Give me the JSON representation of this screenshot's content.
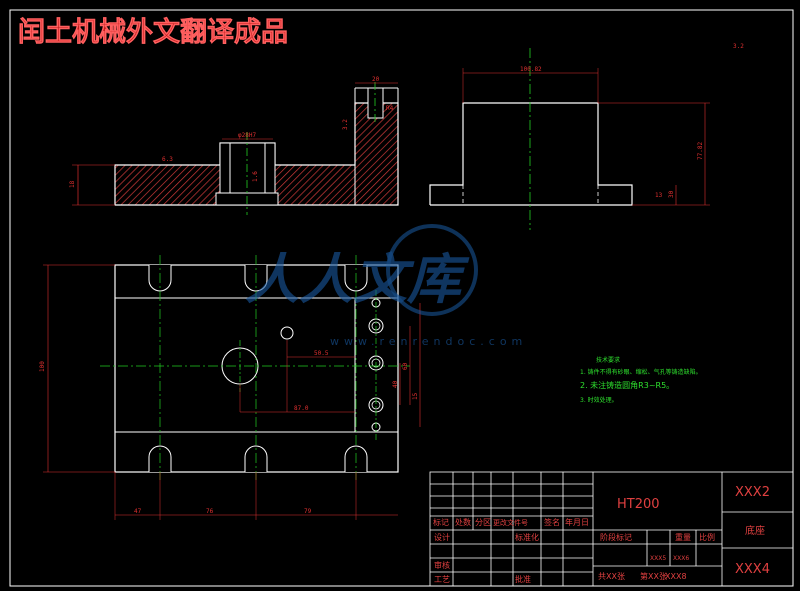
{
  "watermark": {
    "top_title": "闰土机械外文翻译成品",
    "logo_text": "人人文库",
    "logo_url": "www.renrendoc.com"
  },
  "colors": {
    "background": "#000000",
    "frame": "#ffffff",
    "outline": "#ffffff",
    "hatch": "#e04040",
    "dimension": "#e03030",
    "centerline": "#22cc22",
    "notes": "#2ee02e",
    "title_text": "#e04040",
    "watermark_red": "#c01818",
    "watermark_blue": "#1a5aa0"
  },
  "top_left_view": {
    "dims": {
      "height_left": "18",
      "bore": "φ28H7",
      "top_width": "20",
      "slot": "R4",
      "roughness_left": "6.3",
      "roughness_bore": "1.6",
      "roughness_slot": "3.2"
    }
  },
  "top_right_view": {
    "dims": {
      "top_width": "100.82",
      "height_total": "77.82",
      "step_height": "30",
      "step_small": "13",
      "roughness": "3.2"
    }
  },
  "plan_view": {
    "dims": {
      "height": "100",
      "inner_a": "50.5",
      "inner_b": "87.0",
      "right_1": "60",
      "right_2": "40",
      "right_3": "15",
      "bottom_1": "47",
      "bottom_2": "76",
      "bottom_3": "79"
    }
  },
  "notes": {
    "heading": "技术要求",
    "items": [
      "1. 铸件不得有砂眼、缩松、气孔等铸造缺陷。",
      "2. 未注铸造圆角R3~R5。",
      "3. 时效处理。"
    ]
  },
  "title_block": {
    "material": "HT200",
    "drawing_code": "XXX2",
    "part_name": "底座",
    "drawing_number": "XXX4",
    "row_labels": [
      "标记",
      "处数",
      "分区",
      "更改文件号",
      "签名",
      "年月日"
    ],
    "designer": "设计",
    "standardization": "标准化",
    "reviewer": "审核",
    "process": "工艺",
    "approval": "批准",
    "stage_mark": "阶段标记",
    "weight": "重量",
    "scale": "比例",
    "weight_value": "XXX5",
    "scale_value": "XXX6",
    "sheets": "共XX张",
    "sheet_no": "第XX张",
    "sheet_value": "XXX8"
  }
}
